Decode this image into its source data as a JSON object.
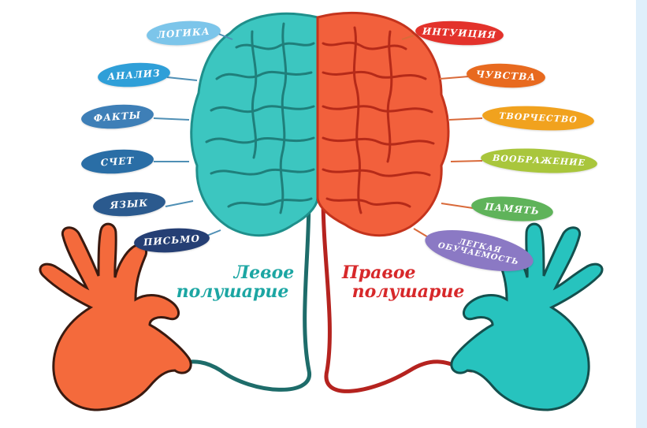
{
  "left_hemisphere": {
    "label_line1": "Левое",
    "label_line2": "полушарие",
    "color": "#1ca6a3",
    "brain_color": "#3cc6c0",
    "traits": [
      {
        "text": "ЛОГИКА",
        "color": "#7cc5ea"
      },
      {
        "text": "АНАЛИЗ",
        "color": "#2f9fd8"
      },
      {
        "text": "ФАКТЫ",
        "color": "#3e7fb7"
      },
      {
        "text": "СЧЕТ",
        "color": "#2a6ea6"
      },
      {
        "text": "ЯЗЫК",
        "color": "#2b5a8e"
      },
      {
        "text": "ПИСЬМО",
        "color": "#253f74"
      }
    ]
  },
  "right_hemisphere": {
    "label_line1": "Правое",
    "label_line2": "полушарие",
    "color": "#d7282a",
    "brain_color": "#f2603c",
    "traits": [
      {
        "text": "ИНТУИЦИЯ",
        "color": "#e3322b"
      },
      {
        "text": "ЧУВСТВА",
        "color": "#e86a1f"
      },
      {
        "text": "ТВОРЧЕСТВО",
        "color": "#f1a21e"
      },
      {
        "text": "ВООБРАЖЕНИЕ",
        "color": "#a9c63c"
      },
      {
        "text": "ПАМЯТЬ",
        "color": "#5fb35a"
      },
      {
        "text": "ЛЕГКАЯ ОБУЧАЕМОСТЬ",
        "color": "#8b79c4"
      }
    ]
  },
  "hands": {
    "left_color": "#f46a3c",
    "right_color": "#27c3be"
  }
}
